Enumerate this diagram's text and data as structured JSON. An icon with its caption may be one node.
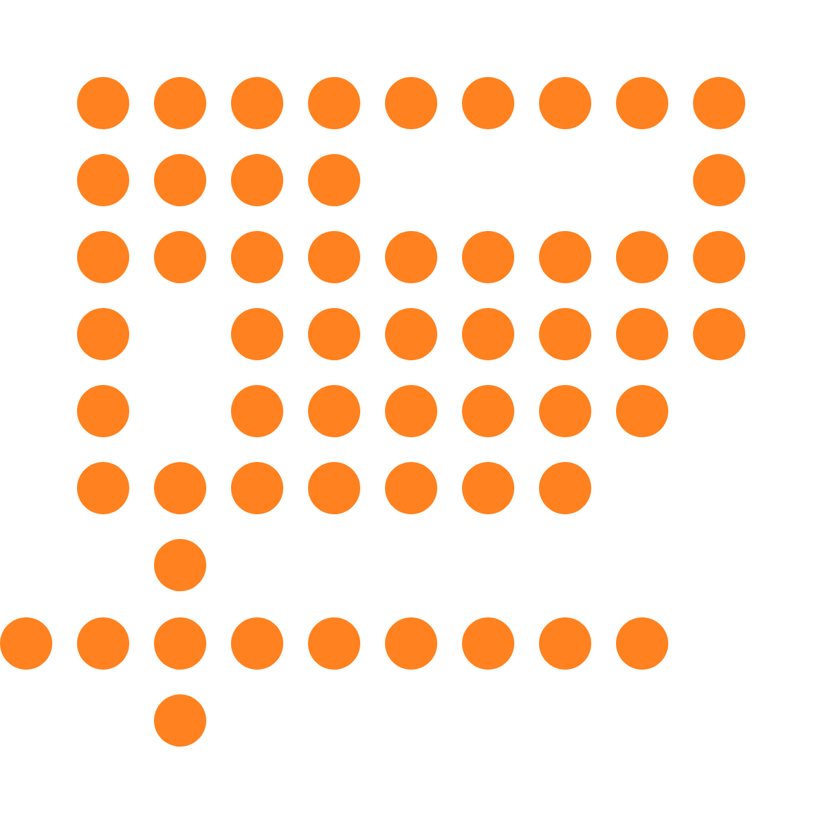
{
  "diagram": {
    "nodes": [
      {
        "text": [],
        "shape": "circle"
      },
      {
        "text": [],
        "shape": "circle"
      },
      {
        "text": [],
        "shape": "circle"
      },
      {
        "text": [],
        "shape": "circle"
      },
      {
        "text": [],
        "shape": "circle"
      },
      {
        "text": [],
        "shape": "circle"
      },
      {
        "text": [],
        "shape": "circle"
      },
      {
        "text": [],
        "shape": "circle"
      },
      {
        "text": [],
        "shape": "circle"
      },
      {
        "text": [],
        "shape": "circle"
      },
      {
        "text": [],
        "shape": "circle"
      },
      {
        "text": [],
        "shape": "circle"
      },
      {
        "text": [],
        "shape": "circle"
      },
      {
        "text": [],
        "shape": "circle"
      },
      {
        "text": [],
        "shape": "circle"
      },
      {
        "text": [],
        "shape": "circle"
      },
      {
        "text": [],
        "shape": "circle"
      },
      {
        "text": [],
        "shape": "circle"
      },
      {
        "text": [],
        "shape": "circle"
      },
      {
        "text": [],
        "shape": "circle"
      },
      {
        "text": [],
        "shape": "circle"
      },
      {
        "text": [],
        "shape": "circle"
      },
      {
        "text": [],
        "shape": "circle"
      },
      {
        "text": [],
        "shape": "circle"
      },
      {
        "text": [],
        "shape": "circle"
      },
      {
        "text": [],
        "shape": "circle"
      },
      {
        "text": [],
        "shape": "circle"
      },
      {
        "text": [],
        "shape": "circle"
      },
      {
        "text": [],
        "shape": "circle"
      },
      {
        "text": [],
        "shape": "circle"
      },
      {
        "text": [],
        "shape": "circle"
      },
      {
        "text": [],
        "shape": "circle"
      },
      {
        "text": [],
        "shape": "circle"
      },
      {
        "text": [],
        "shape": "circle"
      },
      {
        "text": [],
        "shape": "circle"
      },
      {
        "text": [],
        "shape": "circle"
      },
      {
        "text": [],
        "shape": "circle"
      },
      {
        "text": [],
        "shape": "circle"
      },
      {
        "text": [],
        "shape": "circle"
      },
      {
        "text": [],
        "shape": "circle"
      },
      {
        "text": [],
        "shape": "circle"
      },
      {
        "text": [],
        "shape": "circle"
      },
      {
        "text": [],
        "shape": "circle"
      },
      {
        "text": [],
        "shape": "circle"
      },
      {
        "text": [],
        "shape": "circle"
      },
      {
        "text": [],
        "shape": "circle"
      },
      {
        "text": [],
        "shape": "circle"
      },
      {
        "text": [],
        "shape": "circle"
      },
      {
        "text": [],
        "shape": "circle"
      },
      {
        "text": [],
        "shape": "circle"
      },
      {
        "text": [],
        "shape": "circle"
      },
      {
        "text": [],
        "shape": "circle"
      },
      {
        "text": [],
        "shape": "circle"
      },
      {
        "text": [],
        "shape": "circle"
      },
      {
        "text": [],
        "shape": "circle"
      },
      {
        "text": [],
        "shape": "circle"
      }
    ]
  }
}
